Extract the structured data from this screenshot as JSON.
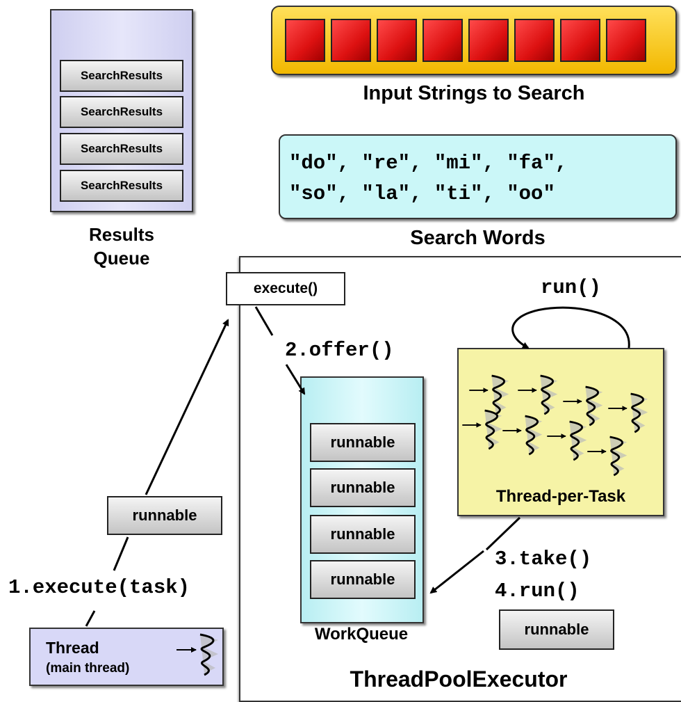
{
  "results_queue": {
    "items": [
      "SearchResults",
      "SearchResults",
      "SearchResults",
      "SearchResults"
    ],
    "label_line1": "Results",
    "label_line2": "Queue"
  },
  "input_strings": {
    "cell_count": 8,
    "label": "Input Strings to Search"
  },
  "search_words": {
    "line1": "\"do\", \"re\", \"mi\", \"fa\",",
    "line2": "\"so\", \"la\", \"ti\", \"oo\"",
    "label": "Search Words"
  },
  "executor": {
    "execute_label": "execute()",
    "offer_label": "2.offer()",
    "run_loop_label": "run()",
    "take_label": "3.take()",
    "run_label": "4.run()",
    "runnable_small": "runnable",
    "title": "ThreadPoolExecutor"
  },
  "work_queue": {
    "items": [
      "runnable",
      "runnable",
      "runnable",
      "runnable"
    ],
    "label": "WorkQueue"
  },
  "thread_pool": {
    "label": "Thread-per-Task"
  },
  "main_thread": {
    "title": "Thread",
    "subtitle": "(main thread)",
    "execute_label": "1.execute(task)",
    "runnable_label": "runnable"
  },
  "colors": {
    "results_bg": "#d8d8f5",
    "input_bg": "#f2c400",
    "cell_red": "#dd1111",
    "words_bg": "#cbf7f8",
    "workqueue_bg": "#cbf2f6",
    "pool_bg": "#f6f3a6",
    "thread_bg": "#d8d8f7"
  }
}
